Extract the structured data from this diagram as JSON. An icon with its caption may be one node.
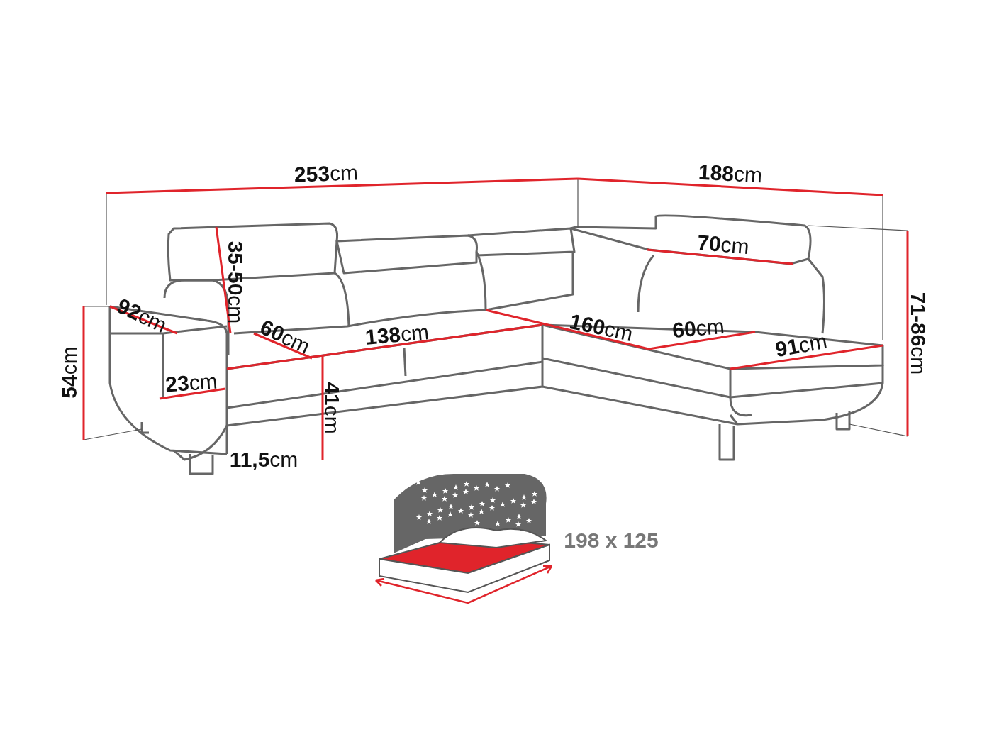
{
  "diagram": {
    "labels": [
      "**253**cm",
      "**188**cm",
      "**35-50**cm",
      "**70**cm",
      "**71-86**cm",
      "**92**cm",
      "**60**cm",
      "**138**cm",
      "**160**cm",
      "**60**cm",
      "**91**cm",
      "**54**cm",
      "**23**cm",
      "**41**cm",
      "**11,5**cm",
      "198 x 125"
    ]
  }
}
